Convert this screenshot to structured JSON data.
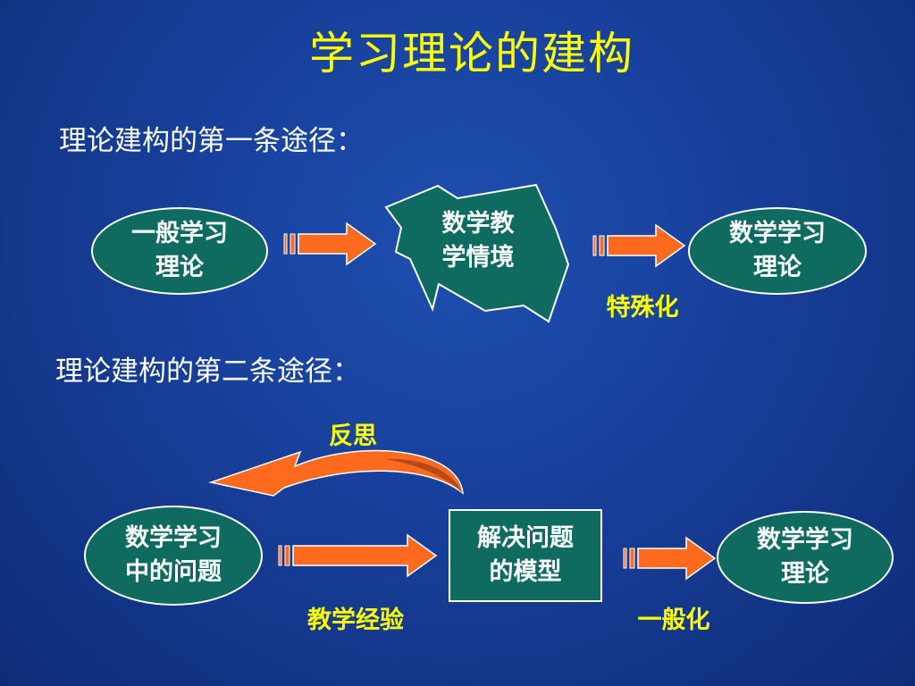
{
  "title": "学习理论的建构",
  "path1": {
    "heading": "理论建构的第一条途径：",
    "node_left": {
      "line1": "一般学习",
      "line2": "理论"
    },
    "node_middle": {
      "line1": "数学教",
      "line2": "学情境"
    },
    "node_right": {
      "line1": "数学学习",
      "line2": "理论"
    },
    "arrow2_label": "特殊化"
  },
  "path2": {
    "heading": "理论建构的第二条途径：",
    "node_left": {
      "line1": "数学学习",
      "line2": "中的问题"
    },
    "node_middle": {
      "line1": "解决问题",
      "line2": "的模型"
    },
    "node_right": {
      "line1": "数学学习",
      "line2": "理论"
    },
    "arrow1_label": "教学经验",
    "arrow2_label": "一般化",
    "curved_arrow_label": "反思"
  },
  "colors": {
    "background": "#173f9a",
    "title": "#ffff00",
    "node_fill": "#0f6a60",
    "arrow": "#ff6a1f",
    "label": "#ffff00"
  },
  "icons": [
    "block-arrow-right-icon",
    "explosion-burst-shape",
    "curved-arrow-left-icon"
  ]
}
